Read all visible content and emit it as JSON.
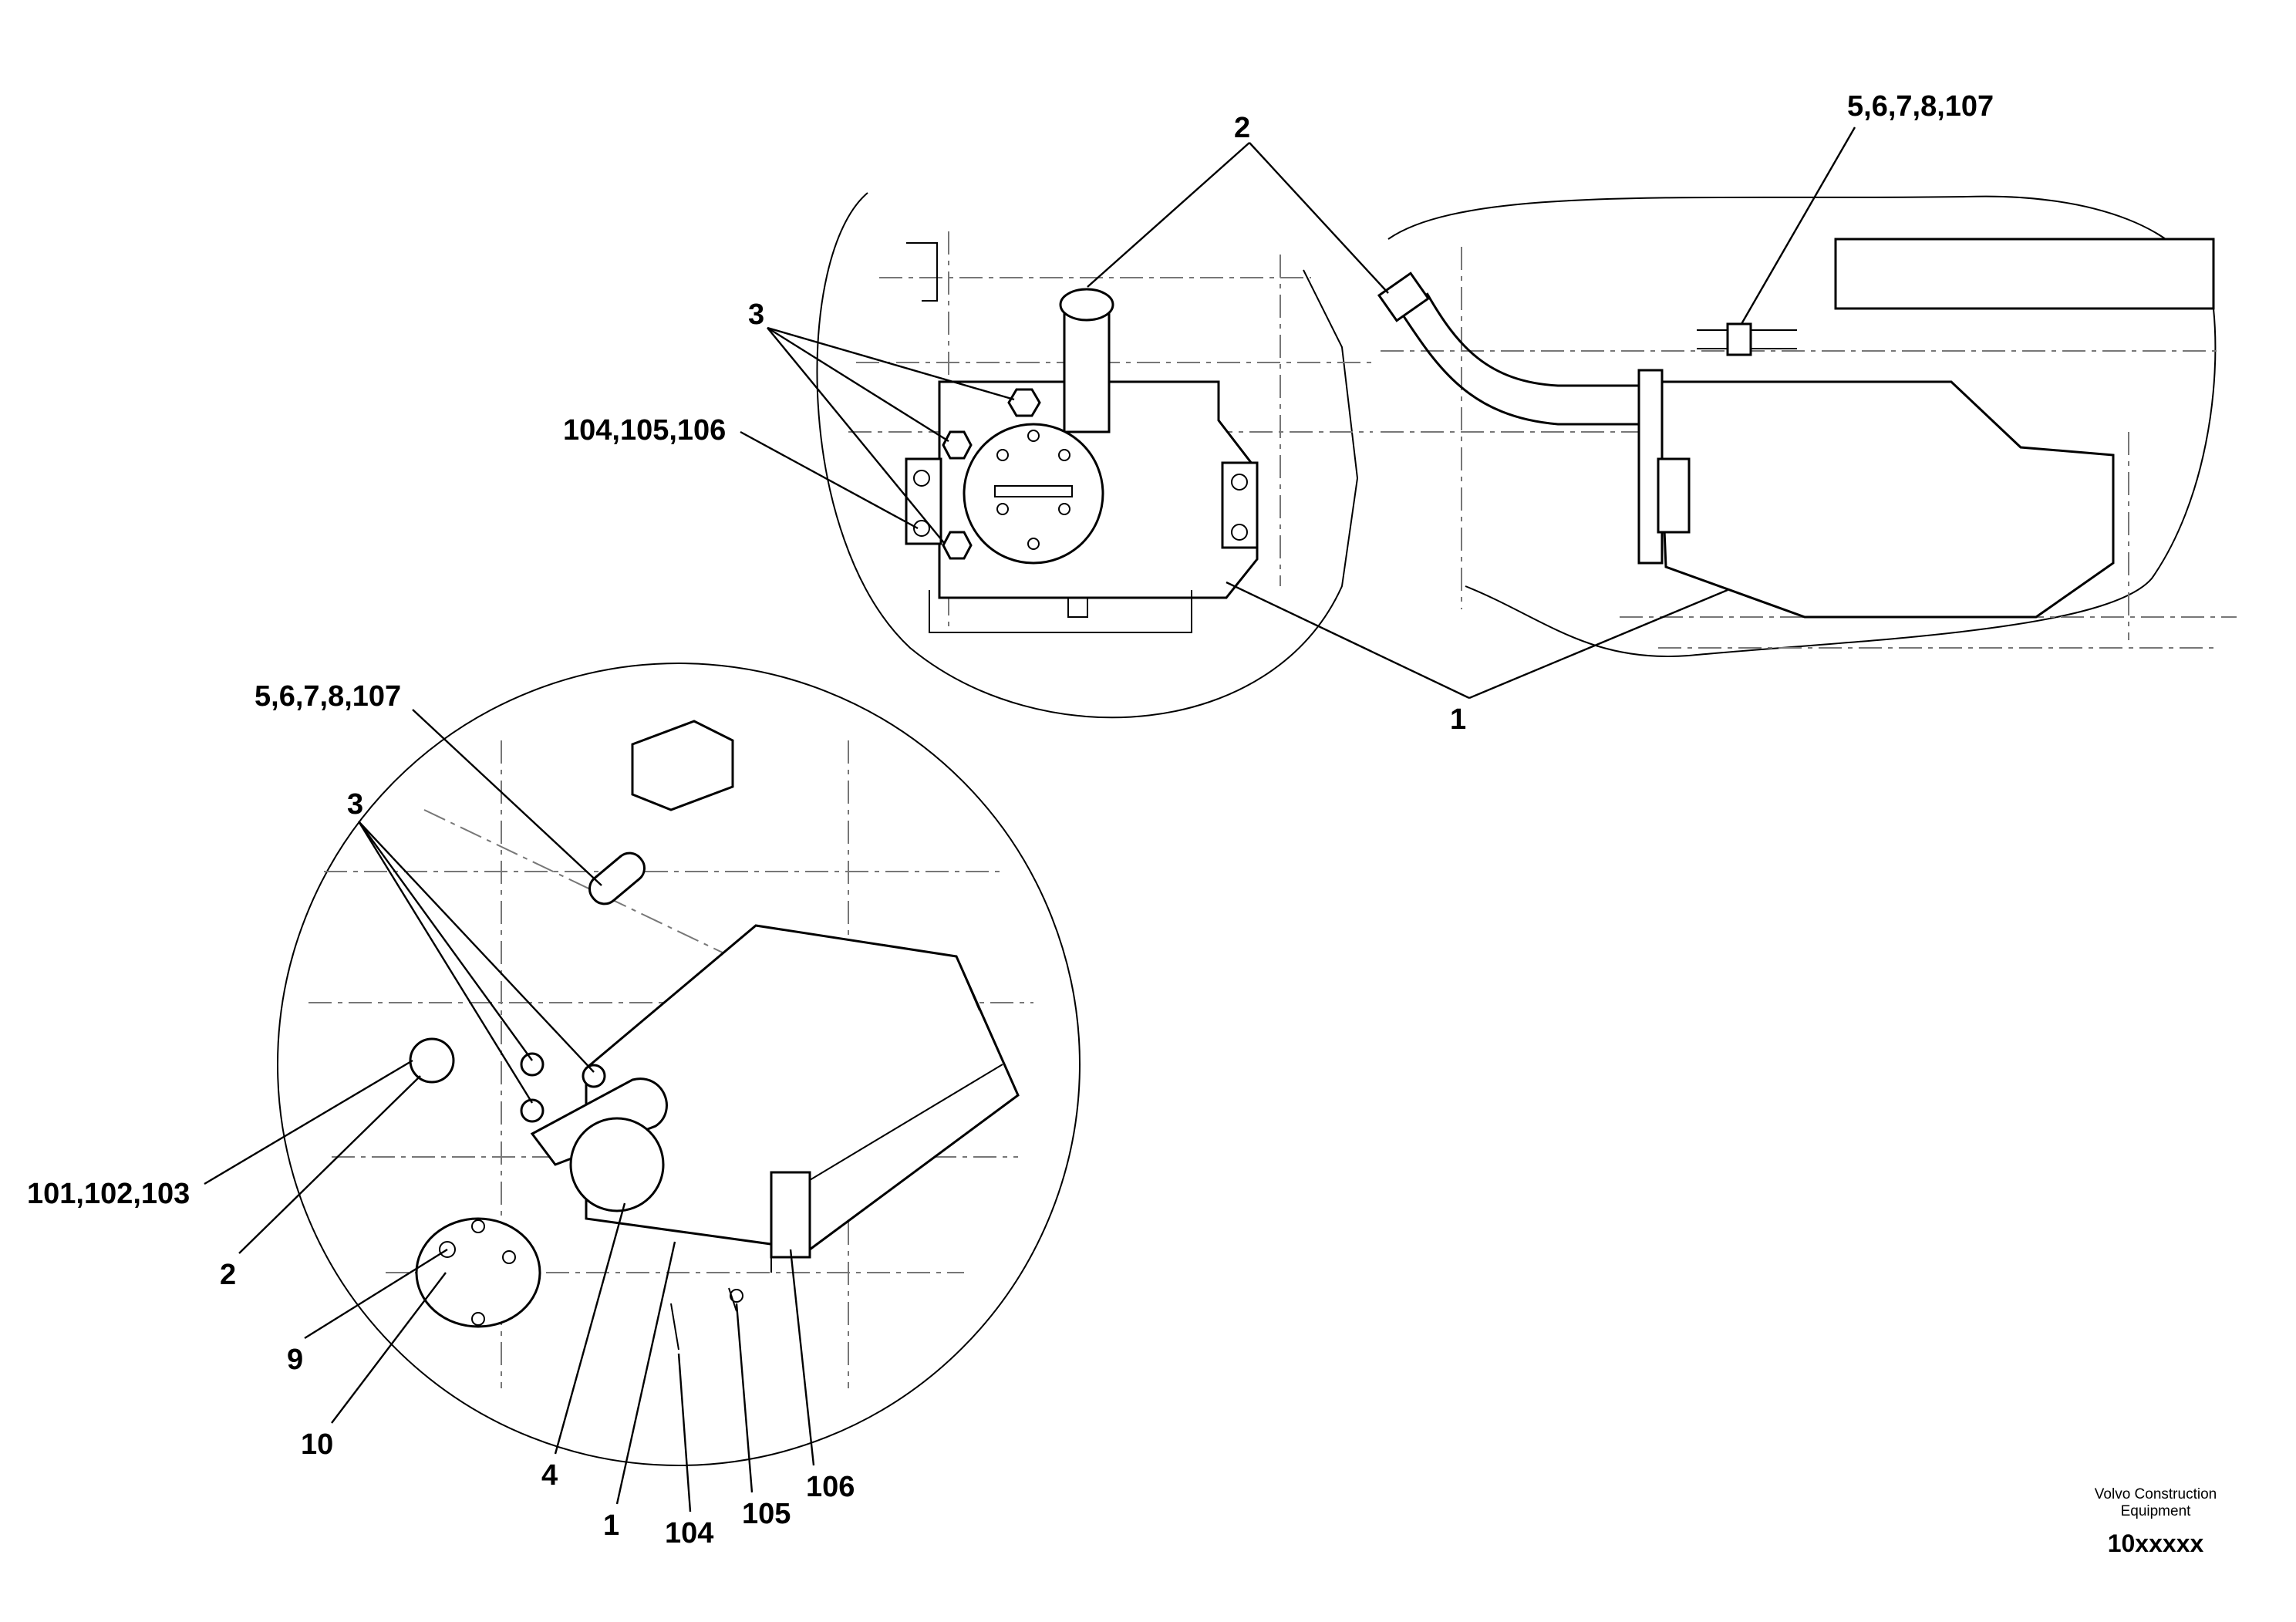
{
  "drawing": {
    "title": "",
    "views": [
      "top-view",
      "side-view",
      "perspective-view"
    ]
  },
  "callouts": {
    "top_2": "2",
    "top_3": "3",
    "top_104_105_106": "104,105,106",
    "top_1": "1",
    "side_5_6_7_8_107": "5,6,7,8,107",
    "persp_5_6_7_8_107": "5,6,7,8,107",
    "persp_3": "3",
    "persp_101_102_103": "101,102,103",
    "persp_2": "2",
    "persp_9": "9",
    "persp_10": "10",
    "persp_4": "4",
    "persp_1": "1",
    "persp_104": "104",
    "persp_105": "105",
    "persp_106": "106"
  },
  "footer": {
    "company_line1": "Volvo Construction",
    "company_line2": "Equipment",
    "code": "10xxxxx"
  }
}
